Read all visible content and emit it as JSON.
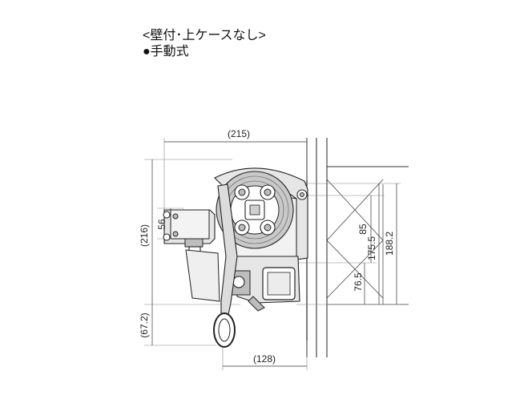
{
  "header": {
    "title": "<壁付･上ケースなし>",
    "subtitle": "●手動式"
  },
  "dimensions": {
    "top_width": "(215)",
    "bottom_width": "(128)",
    "left_height": "(216)",
    "left_lower": "(67.2)",
    "left_inner": "56",
    "right_1": "85",
    "right_2": "175.5",
    "right_3": "188.2",
    "right_4": "76.5"
  }
}
